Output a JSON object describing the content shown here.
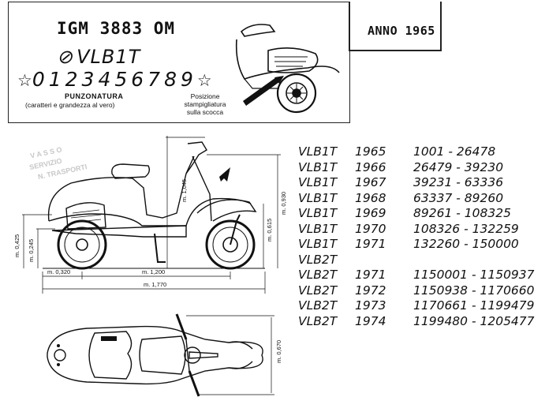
{
  "header": {
    "igm_code": "IGM 3883 OM",
    "model_stamp": "VLB1T",
    "digits_stamp": "0123456789",
    "star": "☆",
    "punzonatura_title": "PUNZONATURA",
    "punzonatura_note": "(caratteri e grandezza al vero)",
    "position_note": [
      "Posizione",
      "stampigliatura",
      "sulla scocca"
    ],
    "anno": "ANNO 1965"
  },
  "dimensions": {
    "total_length": "m. 1,770",
    "wheelbase": "m. 1,200",
    "front_overhang": "m. 0,320",
    "total_height": "m. 1,045",
    "seat_height": "m. 0,930",
    "handlebar_level": "m. 0,615",
    "rear_height": "m. 0,425",
    "hub_height": "m. 0,245",
    "width": "m. 0,670"
  },
  "production": [
    {
      "model": "VLB1T",
      "year": "1965",
      "range": "1001 - 26478"
    },
    {
      "model": "VLB1T",
      "year": "1966",
      "range": "26479 - 39230"
    },
    {
      "model": "VLB1T",
      "year": "1967",
      "range": "39231 - 63336"
    },
    {
      "model": "VLB1T",
      "year": "1968",
      "range": "63337 - 89260"
    },
    {
      "model": "VLB1T",
      "year": "1969",
      "range": "89261 - 108325"
    },
    {
      "model": "VLB1T",
      "year": "1970",
      "range": "108326 - 132259"
    },
    {
      "model": "VLB1T",
      "year": "1971",
      "range": "132260 - 150000"
    },
    {
      "model": "VLB2T",
      "year": "",
      "range": ""
    },
    {
      "model": "VLB2T",
      "year": "1971",
      "range": "1150001 - 1150937"
    },
    {
      "model": "VLB2T",
      "year": "1972",
      "range": "1150938 - 1170660"
    },
    {
      "model": "VLB2T",
      "year": "1973",
      "range": "1170661 - 1199479"
    },
    {
      "model": "VLB2T",
      "year": "1974",
      "range": "1199480 - 1205477"
    }
  ]
}
